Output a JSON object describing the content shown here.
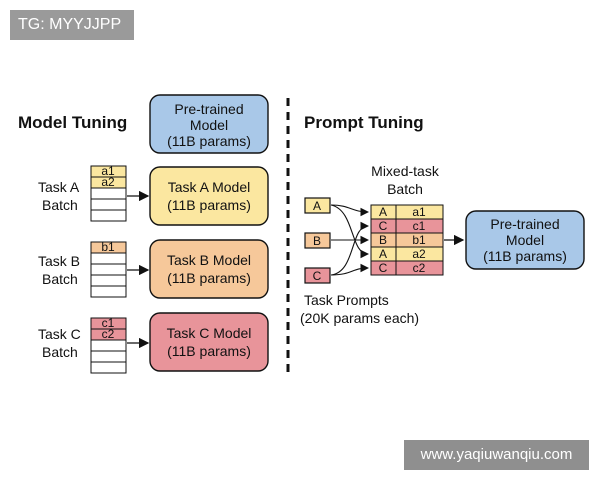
{
  "watermark_top": "TG: MYYJJPP",
  "watermark_bottom": "www.yaqiuwanqiu.com",
  "left": {
    "title": "Model Tuning",
    "pretrained": [
      "Pre-trained",
      "Model",
      "(11B params)"
    ],
    "tasks": [
      {
        "label_line1": "Task A",
        "label_line2": "Batch",
        "rows": [
          "a1",
          "a2"
        ],
        "model": [
          "Task A Model",
          "(11B params)"
        ],
        "color": "#fbe7a0"
      },
      {
        "label_line1": "Task B",
        "label_line2": "Batch",
        "rows": [
          "b1"
        ],
        "model": [
          "Task B Model",
          "(11B params)"
        ],
        "color": "#f6c89a"
      },
      {
        "label_line1": "Task C",
        "label_line2": "Batch",
        "rows": [
          "c1",
          "c2"
        ],
        "model": [
          "Task C Model",
          "(11B params)"
        ],
        "color": "#e8949a"
      }
    ]
  },
  "right": {
    "title": "Prompt Tuning",
    "batch_title": [
      "Mixed-task",
      "Batch"
    ],
    "prompts": [
      "A",
      "B",
      "C"
    ],
    "prompt_label": [
      "Task Prompts",
      "(20K params each)"
    ],
    "batch_rows": [
      {
        "task": "A",
        "value": "a1"
      },
      {
        "task": "C",
        "value": "c1"
      },
      {
        "task": "B",
        "value": "b1"
      },
      {
        "task": "A",
        "value": "a2"
      },
      {
        "task": "C",
        "value": "c2"
      }
    ],
    "pretrained": [
      "Pre-trained",
      "Model",
      "(11B params)"
    ]
  },
  "colors": {
    "a": "#fbe7a0",
    "b": "#f6c89a",
    "c": "#e8949a",
    "blue": "#a9c8e8"
  }
}
